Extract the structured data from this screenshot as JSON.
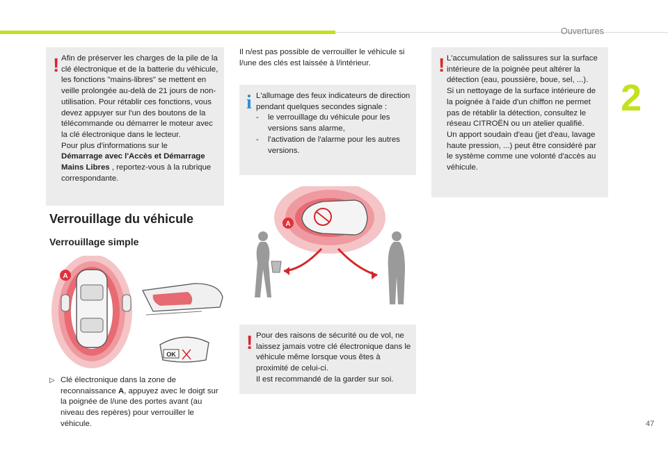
{
  "header": {
    "section_title": "Ouvertures",
    "chapter_number": "2",
    "page_number": "47"
  },
  "warning_box_1": {
    "icon": "warning-exclamation-icon",
    "text_1": "Afin de préserver les charges de la pile de la clé électronique et de la batterie du véhicule, les fonctions \"mains-libres\" se mettent en veille prolongée au-delà de 21 jours de non-utilisation. Pour rétablir ces fonctions, vous devez appuyer sur l'un des boutons de la télécommande ou démarrer le moteur avec la clé électronique dans le lecteur.",
    "text_2": "Pour plus d'informations sur le",
    "bold_link": "Démarrage avec l'Accès et Démarrage Mains Libres",
    "text_3": " , reportez-vous à la rubrique correspondante."
  },
  "main_title": "Verrouillage du véhicule",
  "sub_title": "Verrouillage simple",
  "instruction": {
    "text_1": "Clé électronique dans la zone de reconnaissance ",
    "bold": "A",
    "text_2": ", appuyez avec le doigt sur la poignée de l/une des portes avant (au niveau des repères) pour verrouiller le véhicule."
  },
  "col2_intro": "Il n/est pas possible de verrouiller le véhicule si l/une des clés est laissée à l/intérieur.",
  "info_box": {
    "icon": "info-icon",
    "text": "L'allumage des feux indicateurs de direction pendant quelques secondes signale :",
    "items": [
      "le verrouillage du véhicule pour les versions sans alarme,",
      "l'activation de l'alarme pour les autres versions."
    ]
  },
  "warning_box_2": {
    "icon": "warning-exclamation-icon",
    "text_1": "Pour des raisons de sécurité ou de vol, ne laissez jamais votre clé électronique dans le véhicule même lorsque vous êtes à proximité de celui-ci.",
    "text_2": "Il est recommandé de la garder sur soi."
  },
  "warning_box_3": {
    "icon": "warning-exclamation-icon",
    "text_1": "L'accumulation de salissures sur la surface intérieure de la poignée peut altérer la détection (eau, poussière, boue, sel, ...).",
    "text_2": "Si un nettoyage de la surface intérieure de la poignée à l'aide d'un chiffon ne permet pas de rétablir la détection, consultez le réseau CITROËN ou un atelier qualifié.",
    "text_3": "Un apport soudain d'eau (jet d'eau, lavage haute pression, ...) peut être considéré par le système comme une volonté d'accès au véhicule."
  },
  "figure_labels": {
    "zone_a": "A",
    "ok_label": "OK"
  },
  "colors": {
    "accent_green": "#c5e01d",
    "warning_red": "#d6262a",
    "info_blue": "#2b8fd8",
    "box_grey": "#ececec"
  }
}
